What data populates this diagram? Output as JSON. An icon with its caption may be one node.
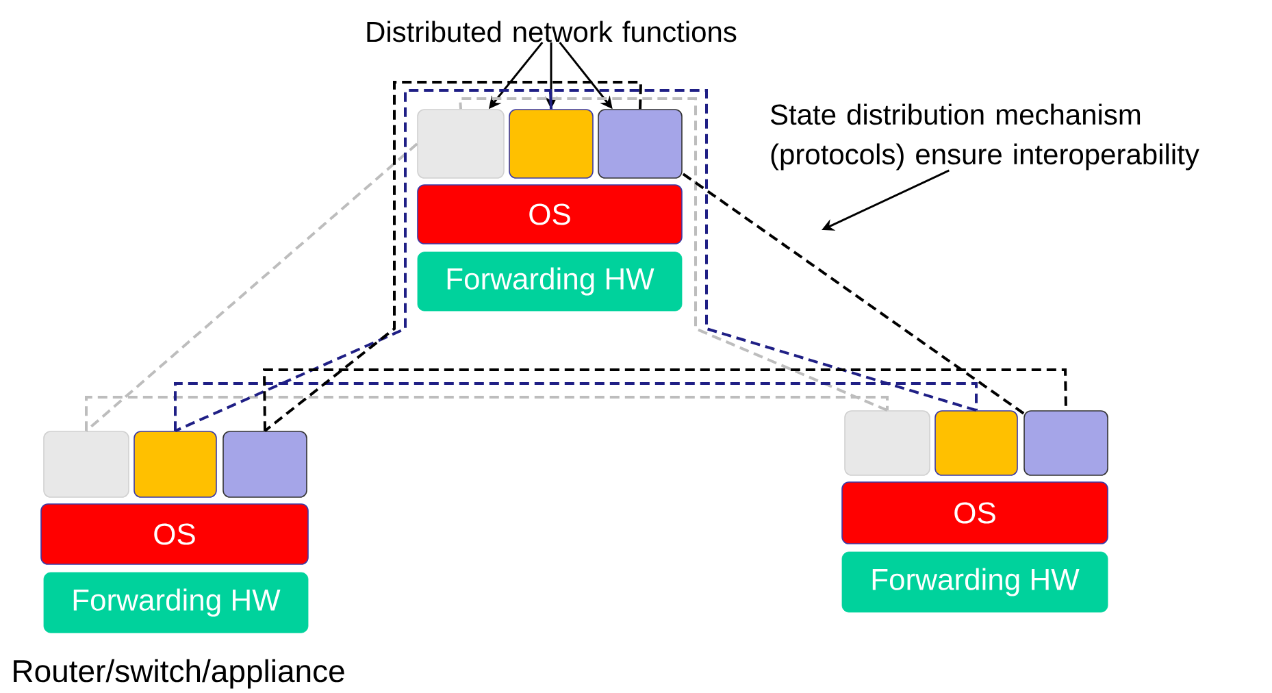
{
  "diagram": {
    "nodes": [
      {
        "text": [
          "Distributed network functions"
        ]
      },
      {
        "text": [
          "State distribution mechanism (protocols) ensure interoperability"
        ]
      },
      {
        "text": [],
        "shape": "box"
      },
      {
        "text": [],
        "shape": "box"
      },
      {
        "text": [],
        "shape": "box"
      },
      {
        "text": [
          "OS"
        ]
      },
      {
        "text": [
          "Forwarding HW"
        ]
      },
      {
        "text": [],
        "shape": "box"
      },
      {
        "text": [],
        "shape": "box"
      },
      {
        "text": [],
        "shape": "box"
      },
      {
        "text": [
          "OS"
        ]
      },
      {
        "text": [
          "Forwarding HW"
        ]
      },
      {
        "text": [],
        "shape": "box"
      },
      {
        "text": [],
        "shape": "box"
      },
      {
        "text": [],
        "shape": "box"
      },
      {
        "text": [
          "OS"
        ]
      },
      {
        "text": [
          "Forwarding HW"
        ]
      }
    ],
    "edges": [
      {
        "from": 0,
        "to": 2,
        "arrow": "to"
      },
      {
        "from": 0,
        "to": 3,
        "arrow": "to"
      },
      {
        "from": 0,
        "to": 4,
        "arrow": "to"
      },
      {
        "from": 1,
        "to": null,
        "arrow": "to"
      },
      {
        "from": 2,
        "to": 7,
        "arrow": "none",
        "style": "dashed",
        "color": "#bdbdbd"
      },
      {
        "from": 7,
        "to": 12,
        "arrow": "none",
        "style": "dashed",
        "color": "#bdbdbd"
      },
      {
        "from": 12,
        "to": 2,
        "arrow": "none",
        "style": "dashed",
        "color": "#bdbdbd"
      },
      {
        "from": 3,
        "to": 8,
        "arrow": "none",
        "style": "dashed",
        "color": "#1f1f85"
      },
      {
        "from": 8,
        "to": 13,
        "arrow": "none",
        "style": "dashed",
        "color": "#1f1f85"
      },
      {
        "from": 13,
        "to": 3,
        "arrow": "none",
        "style": "dashed",
        "color": "#1f1f85"
      },
      {
        "from": 4,
        "to": 9,
        "arrow": "none",
        "style": "dashed",
        "color": "#000000"
      },
      {
        "from": 9,
        "to": 14,
        "arrow": "none",
        "style": "dashed",
        "color": "#000000"
      },
      {
        "from": 14,
        "to": 4,
        "arrow": "none",
        "style": "dashed",
        "color": "#000000"
      }
    ],
    "labels": [
      "Router/switch/appliance"
    ]
  }
}
